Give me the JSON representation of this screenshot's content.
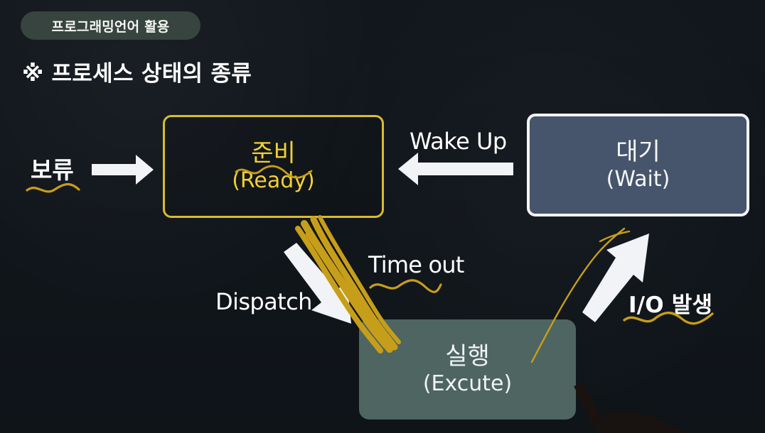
{
  "header": {
    "pill": "프로그래밍언어 활용",
    "title": "※ 프로세스 상태의 종류"
  },
  "states": {
    "ready": {
      "main": "준비",
      "sub": "(Ready)"
    },
    "wait": {
      "main": "대기",
      "sub": "(Wait)"
    },
    "run": {
      "main": "실행",
      "sub": "(Excute)"
    }
  },
  "labels": {
    "hold": "보류",
    "wake_up": "Wake Up",
    "time_out": "Time out",
    "dispatch": "Dispatch",
    "io_event": "I/O 발생"
  }
}
